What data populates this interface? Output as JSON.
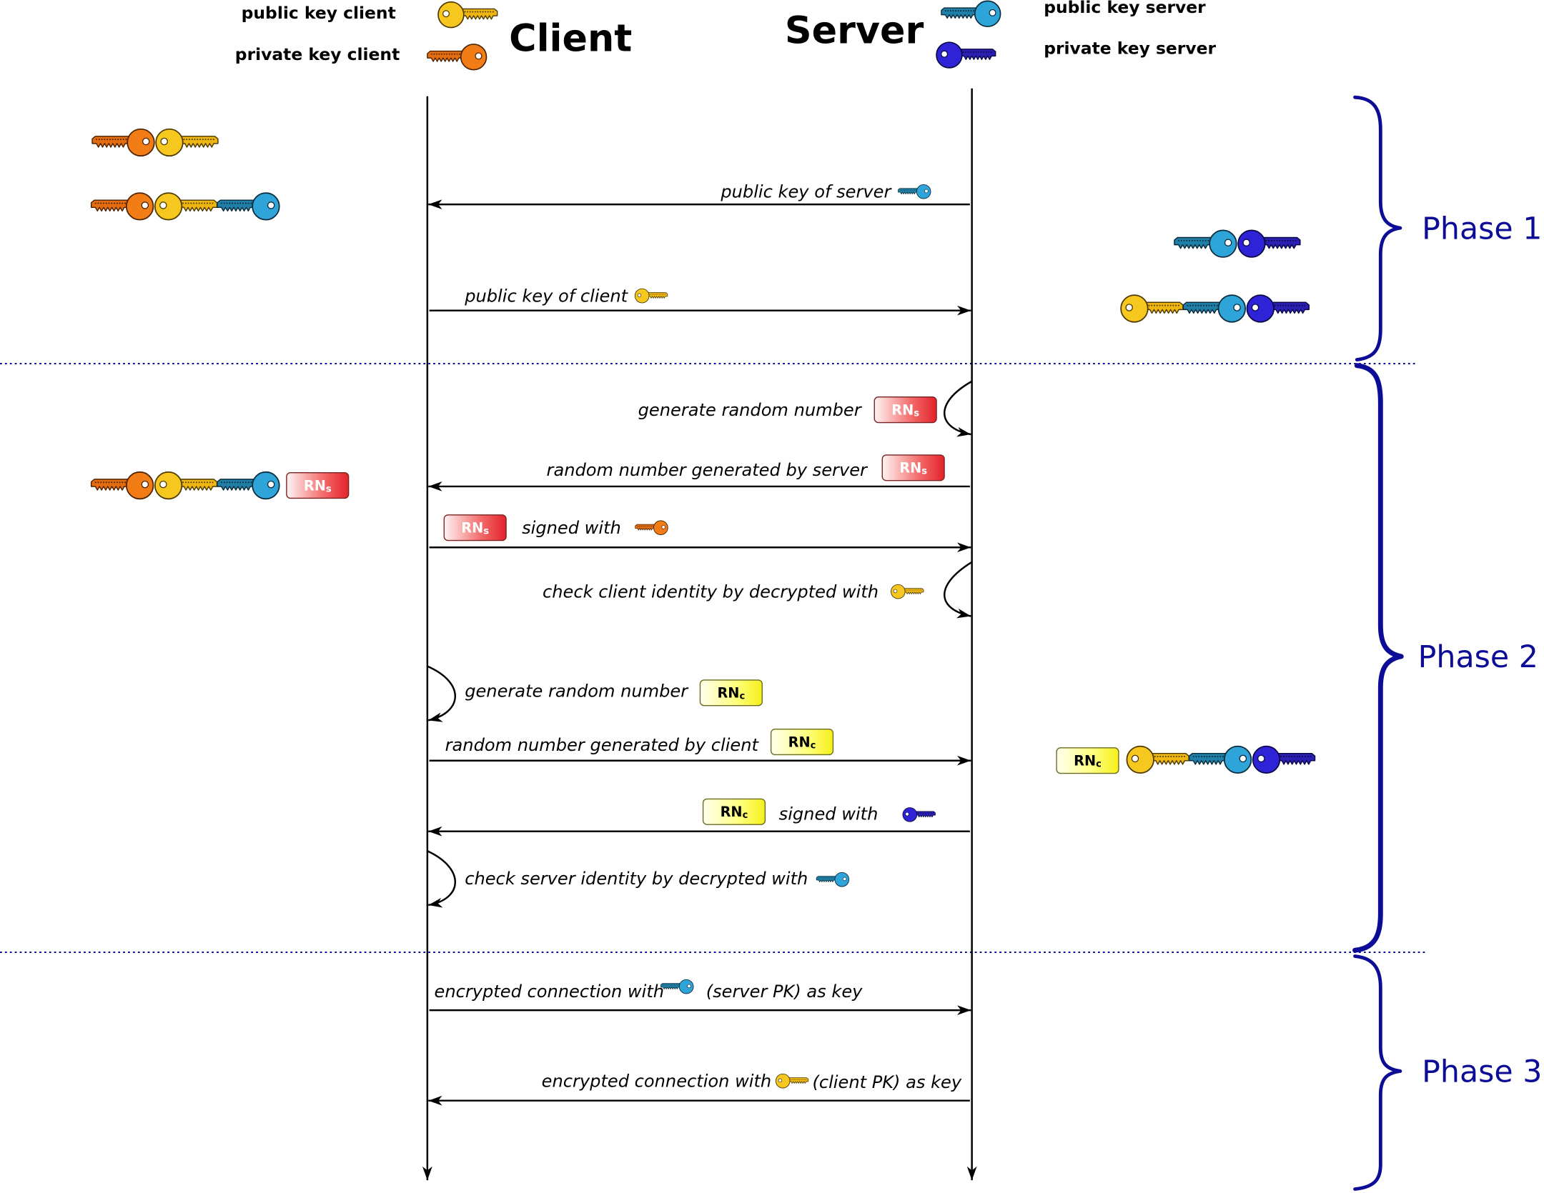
{
  "legend": {
    "public_key_client": "public key client",
    "private_key_client": "private key client",
    "public_key_server": "public key server",
    "private_key_server": "private key server"
  },
  "actors": {
    "client": "Client",
    "server": "Server"
  },
  "messages": [
    {
      "text": "public key of server"
    },
    {
      "text": "public key of client"
    },
    {
      "text": "generate random number"
    },
    {
      "text": "random number generated by server"
    },
    {
      "text": "signed with"
    },
    {
      "text": "check client identity by decrypted with"
    },
    {
      "text": "generate random number"
    },
    {
      "text": "random number generated by client"
    },
    {
      "text": "signed with"
    },
    {
      "text": "check server identity by decrypted with"
    },
    {
      "text": "encrypted connection with",
      "suffix": "(server PK) as key"
    },
    {
      "text": "encrypted connection with",
      "suffix": "(client PK) as key"
    }
  ],
  "badges": {
    "rn_server": {
      "main": "RN",
      "sub": "s",
      "text_color": "#ffffff",
      "border": "#7a2222",
      "gradient": [
        "#fff3f3",
        "#f36a6a",
        "#e2232a"
      ]
    },
    "rn_client": {
      "main": "RN",
      "sub": "c",
      "text_color": "#000000",
      "border": "#6b6b1e",
      "gradient": [
        "#ffffee",
        "#ffff7a",
        "#f5ef1c"
      ]
    }
  },
  "keys": {
    "client_public": {
      "icon": "yellow-key",
      "head": "#f6c81f",
      "shaft": "#eeb612",
      "outline": "#4d3800"
    },
    "client_private": {
      "icon": "orange-key",
      "head": "#f27d16",
      "shaft": "#e46c10",
      "outline": "#4a2200"
    },
    "server_public": {
      "icon": "blue-key",
      "head": "#2ea4d8",
      "shaft": "#207fa6",
      "outline": "#0a2a3b"
    },
    "server_private": {
      "icon": "dark-blue-key",
      "head": "#2e23d6",
      "shaft": "#2a1fb2",
      "outline": "#0a0842"
    }
  },
  "phases": [
    {
      "label": "Phase 1"
    },
    {
      "label": "Phase 2"
    },
    {
      "label": "Phase 3"
    }
  ],
  "colors": {
    "phase": "#0c0c96",
    "line": "#000000",
    "background": "#ffffff"
  }
}
